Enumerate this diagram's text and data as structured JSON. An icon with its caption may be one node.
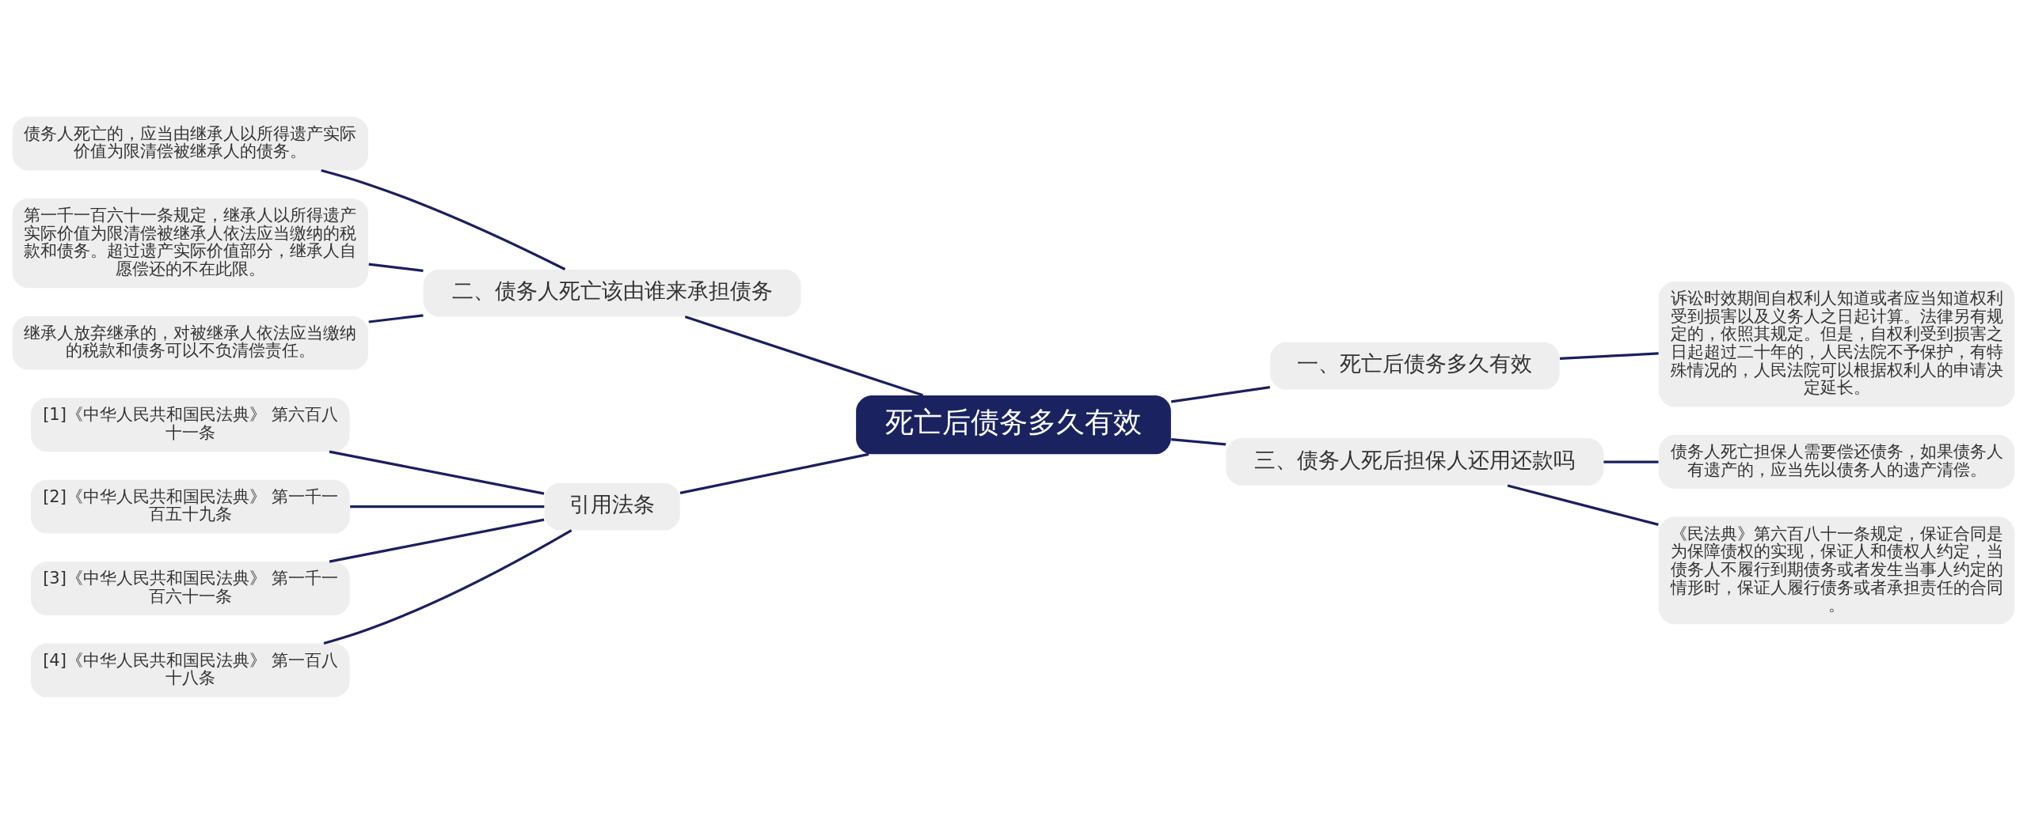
{
  "diagram": {
    "nodes": [
      {
        "text": [
          "死亡后债务多久有效"
        ]
      },
      {
        "text": [
          "二、债务人死亡该由谁来承担债务"
        ]
      },
      {
        "text": [
          "债务人死亡的，应当由继承人以所得遗产实际价值为限清偿被继承人的债务。"
        ]
      },
      {
        "text": [
          "第一千一百六十一条规定，继承人以所得遗产实际价值为限清偿被继承人依法应当缴纳的税款和债务。超过遗产实际价值部分，继承人自愿偿还的不在此限。"
        ]
      },
      {
        "text": [
          "继承人放弃继承的，对被继承人依法应当缴纳的税款和债务可以不负清偿责任。"
        ]
      },
      {
        "text": [
          "一、死亡后债务多久有效"
        ]
      },
      {
        "text": [
          "诉讼时效期间自权利人知道或者应当知道权利受到损害以及义务人之日起计算。法律另有规定的，依照其规定。但是，自权利受到损害之日起超过二十年的，人民法院不予保护，有特殊情况的，人民法院可以根据权利人的申请决定延长。"
        ]
      },
      {
        "text": [
          "三、债务人死后担保人还用还款吗"
        ]
      },
      {
        "text": [
          "债务人死亡担保人需要偿还债务，如果债务人有遗产的，应当先以债务人的遗产清偿。"
        ]
      },
      {
        "text": [
          "《民法典》第六百八十一条规定，保证合同是为保障债权的实现，保证人和债权人约定，当债务人不履行到期债务或者发生当事人约定的情形时，保证人履行债务或者承担责任的合同。"
        ]
      },
      {
        "text": [
          "引用法条"
        ]
      },
      {
        "text": [
          "[1]《中华人民共和国民法典》 第六百八十一条"
        ]
      },
      {
        "text": [
          "[2]《中华人民共和国民法典》 第一千一百五十九条"
        ]
      },
      {
        "text": [
          "[3]《中华人民共和国民法典》 第一千一百六十一条"
        ]
      },
      {
        "text": [
          "[4]《中华人民共和国民法典》 第一百八十八条"
        ]
      }
    ],
    "edges": [
      {
        "from": 0,
        "to": 1,
        "arrow": "none"
      },
      {
        "from": 1,
        "to": 2,
        "arrow": "none"
      },
      {
        "from": 1,
        "to": 3,
        "arrow": "none"
      },
      {
        "from": 1,
        "to": 4,
        "arrow": "none"
      },
      {
        "from": 0,
        "to": 5,
        "arrow": "none"
      },
      {
        "from": 5,
        "to": 6,
        "arrow": "none"
      },
      {
        "from": 0,
        "to": 7,
        "arrow": "none"
      },
      {
        "from": 7,
        "to": 8,
        "arrow": "none"
      },
      {
        "from": 7,
        "to": 9,
        "arrow": "none"
      },
      {
        "from": 0,
        "to": 10,
        "arrow": "none"
      },
      {
        "from": 10,
        "to": 11,
        "arrow": "none"
      },
      {
        "from": 10,
        "to": 12,
        "arrow": "none"
      },
      {
        "from": 10,
        "to": 13,
        "arrow": "none"
      },
      {
        "from": 10,
        "to": 14,
        "arrow": "none"
      }
    ]
  }
}
